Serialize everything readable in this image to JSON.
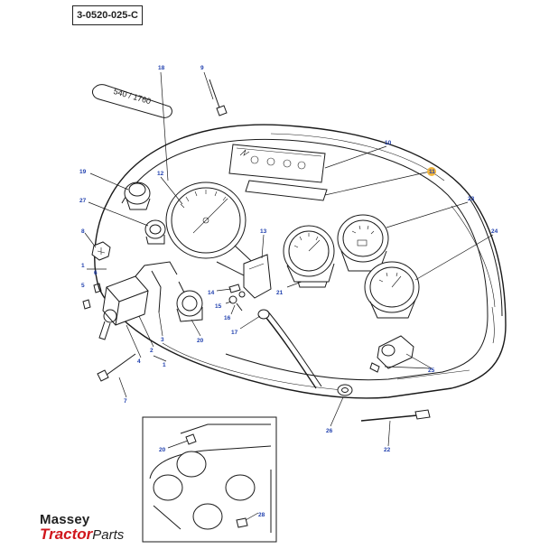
{
  "diagram": {
    "ref_code": "3-0520-025-C",
    "highlight_color": "#f2b63c",
    "callout_color": "#1f3fae",
    "callouts": [
      {
        "id": "c18",
        "label": "18"
      },
      {
        "id": "c9",
        "label": "9"
      },
      {
        "id": "c10",
        "label": "10"
      },
      {
        "id": "c11",
        "label": "11"
      },
      {
        "id": "c19",
        "label": "19"
      },
      {
        "id": "c12",
        "label": "12"
      },
      {
        "id": "c23",
        "label": "23"
      },
      {
        "id": "c27",
        "label": "27"
      },
      {
        "id": "c24",
        "label": "24"
      },
      {
        "id": "c8",
        "label": "8"
      },
      {
        "id": "c13",
        "label": "13"
      },
      {
        "id": "c1a",
        "label": "1"
      },
      {
        "id": "c6",
        "label": "6"
      },
      {
        "id": "c5",
        "label": "5"
      },
      {
        "id": "c14",
        "label": "14"
      },
      {
        "id": "c21",
        "label": "21"
      },
      {
        "id": "c15",
        "label": "15"
      },
      {
        "id": "c16",
        "label": "16"
      },
      {
        "id": "c3",
        "label": "3"
      },
      {
        "id": "c17",
        "label": "17"
      },
      {
        "id": "c20a",
        "label": "20"
      },
      {
        "id": "c2",
        "label": "2"
      },
      {
        "id": "c4",
        "label": "4"
      },
      {
        "id": "c1b",
        "label": "1"
      },
      {
        "id": "c25",
        "label": "25"
      },
      {
        "id": "c7",
        "label": "7"
      },
      {
        "id": "c26",
        "label": "26"
      },
      {
        "id": "c22",
        "label": "22"
      },
      {
        "id": "c20b",
        "label": "20"
      },
      {
        "id": "c28",
        "label": "28"
      }
    ],
    "decal_text": "540 / 1760",
    "logo": {
      "line1": "Massey",
      "line2a": "Tractor",
      "line2b": "Parts"
    }
  }
}
